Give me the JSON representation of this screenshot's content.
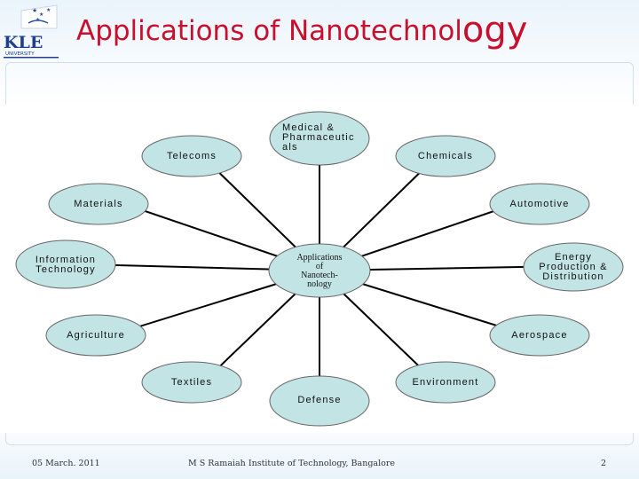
{
  "slide": {
    "title_main": "Applications of Nanotechnol",
    "title_tail": "ogy",
    "logo_text": "KLE",
    "logo_subtext": "UNIVERSITY"
  },
  "diagram": {
    "center": "Applications\nof\nNanotech-\nnology",
    "nodes": [
      {
        "id": "medical",
        "label": "Medical &\nPharmaceutic\nals"
      },
      {
        "id": "telecoms",
        "label": "Telecoms"
      },
      {
        "id": "chemicals",
        "label": "Chemicals"
      },
      {
        "id": "materials",
        "label": "Materials"
      },
      {
        "id": "automotive",
        "label": "Automotive"
      },
      {
        "id": "information",
        "label": "Information\nTechnology"
      },
      {
        "id": "energy",
        "label": "Energy\nProduction &\nDistribution"
      },
      {
        "id": "agriculture",
        "label": "Agriculture"
      },
      {
        "id": "aerospace",
        "label": "Aerospace"
      },
      {
        "id": "textiles",
        "label": "Textiles"
      },
      {
        "id": "environment",
        "label": "Environment"
      },
      {
        "id": "defense",
        "label": "Defense"
      }
    ]
  },
  "footer": {
    "date": "05 March. 2011",
    "institute": "M S Ramaiah Institute of Technology, Bangalore",
    "page_number": "2"
  },
  "colors": {
    "title": "#c8102e",
    "node_fill": "#c2e4e5",
    "node_stroke": "#666666",
    "spoke": "#000000"
  }
}
